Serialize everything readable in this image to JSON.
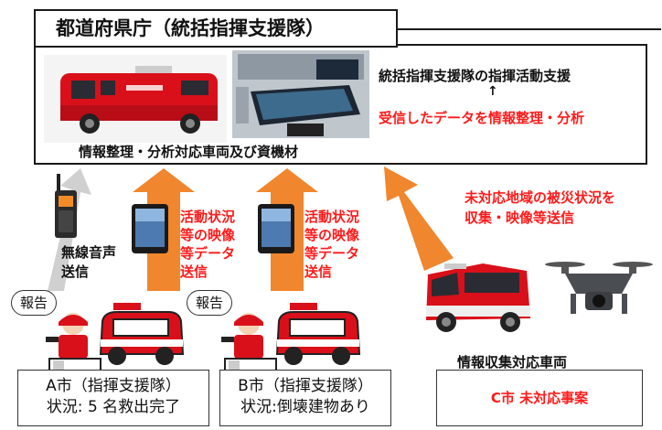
{
  "hq": {
    "title": "都道府県庁（統括指揮支援隊）",
    "support_text": "統括指揮支援隊の指揮活動支援",
    "up_arrow": "↑",
    "analysis_text": "受信したデータを情報整理・分析",
    "caption": "情報整理・分析対応車両及び資機材"
  },
  "radio_label": [
    "無線音声",
    "送信"
  ],
  "tablet_label_1": [
    "活動状況",
    "等の映像",
    "等データ",
    "送信"
  ],
  "tablet_label_2": [
    "活動状況",
    "等の映像",
    "等データ",
    "送信"
  ],
  "drone_label": [
    "未対応地域の被災状況を",
    "収集・映像等送信"
  ],
  "report_bubbles": [
    "報告",
    "報告"
  ],
  "field_vehicle_label": "情報収集対応車両",
  "cities": {
    "a": {
      "line1": "A市（指揮支援隊）",
      "line2": "状況: 5 名救出完了"
    },
    "b": {
      "line1": "B市（指揮支援隊）",
      "line2": "状況:倒壊建物あり"
    },
    "c": {
      "line1": "C市  未対応事案"
    }
  },
  "colors": {
    "orange_arrow": "#f0862e",
    "gray_arrow": "#d0d0d0",
    "red_text": "#ff1a1a",
    "fire_red": "#d9101a"
  }
}
